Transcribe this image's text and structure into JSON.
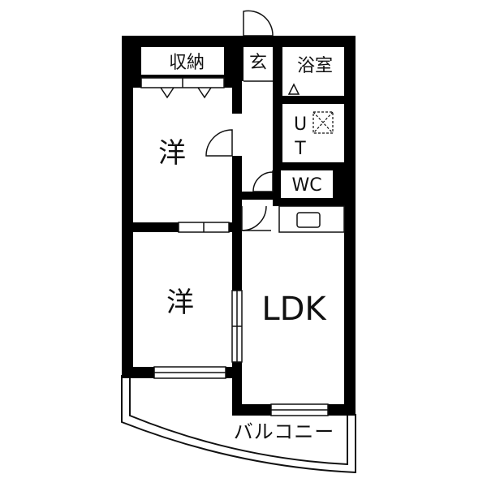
{
  "floorplan": {
    "rooms": {
      "storage": "収納",
      "entrance": "玄",
      "bathroom": "浴室",
      "western_room_1": "洋",
      "western_room_2": "洋",
      "utility": "U\nT",
      "toilet": "WC",
      "ldk": "LDK",
      "balcony": "バルコニー"
    },
    "colors": {
      "wall": "#000000",
      "background": "#ffffff",
      "line": "#111111"
    }
  }
}
